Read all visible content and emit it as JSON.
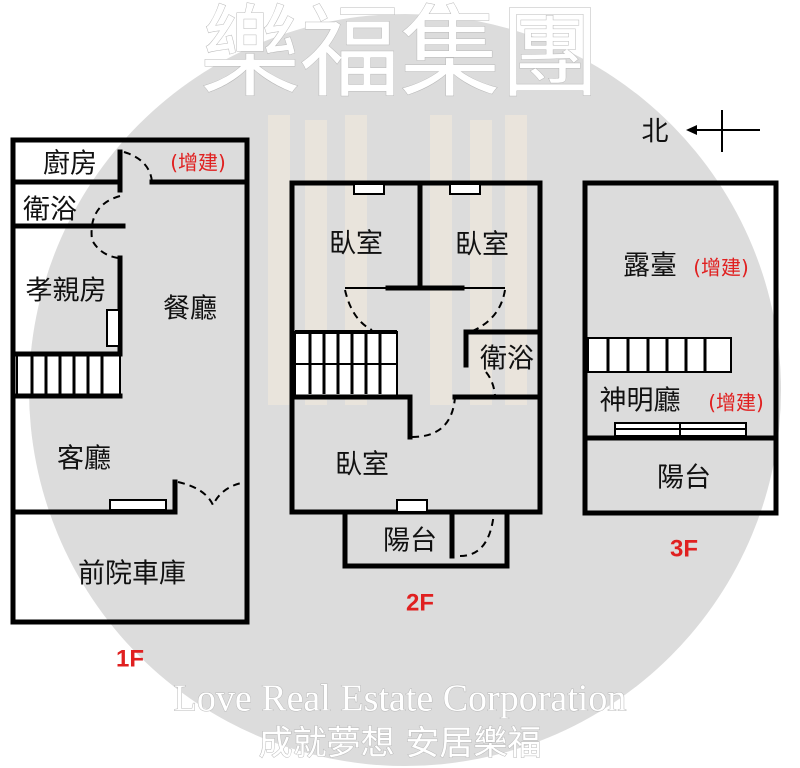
{
  "watermark": {
    "brand": "樂福集團",
    "english": "Love Real Estate Corporation",
    "slogan": "成就夢想 安居樂福",
    "circle_color": "#dcdcdc"
  },
  "compass": {
    "label": "北",
    "icon": "north-arrow-icon"
  },
  "floors": {
    "f1": {
      "label": "1F",
      "rooms": {
        "kitchen": "廚房",
        "kitchen_note": "(增建)",
        "bath": "衛浴",
        "parent_room": "孝親房",
        "dining": "餐廳",
        "living": "客廳",
        "garage": "前院車庫"
      }
    },
    "f2": {
      "label": "2F",
      "rooms": {
        "bed1": "臥室",
        "bed2": "臥室",
        "bath": "衛浴",
        "bed3": "臥室",
        "balcony": "陽台"
      }
    },
    "f3": {
      "label": "3F",
      "rooms": {
        "terrace": "露臺",
        "terrace_note": "(增建)",
        "shrine": "神明廳",
        "shrine_note": "(增建)",
        "balcony": "陽台"
      }
    }
  },
  "colors": {
    "wall": "#000000",
    "note": "#e02020"
  }
}
